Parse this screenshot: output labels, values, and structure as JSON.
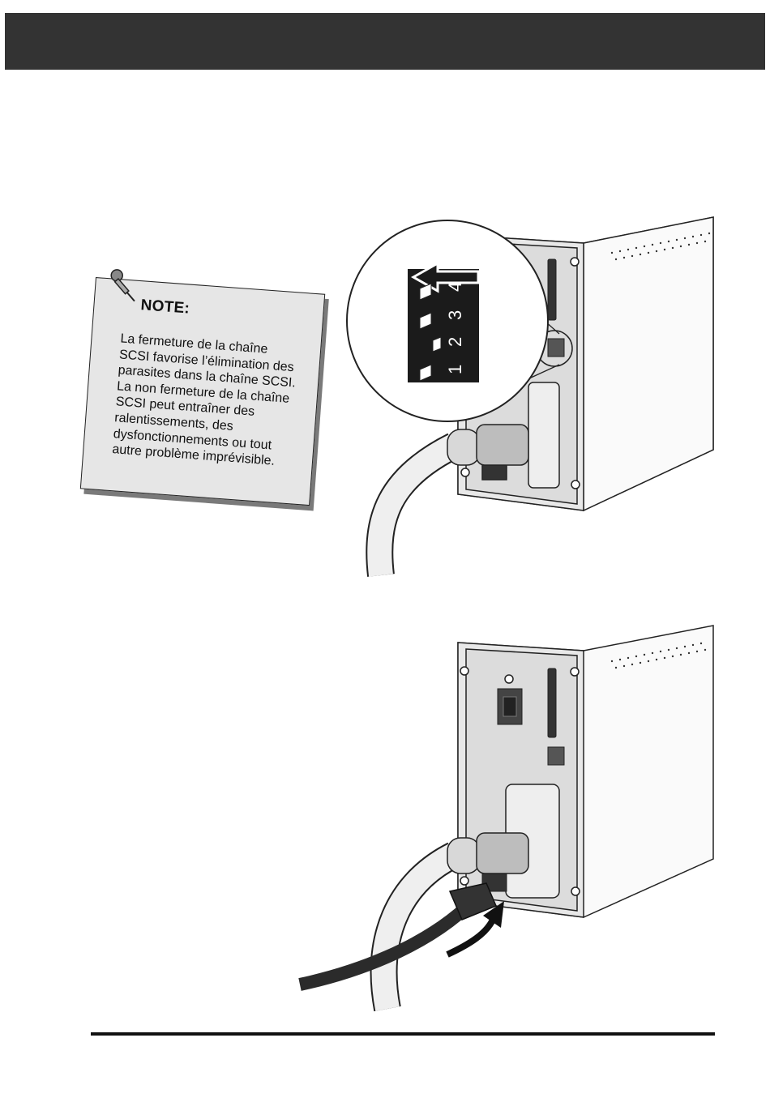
{
  "header": {
    "title": ""
  },
  "note": {
    "title": "NOTE:",
    "body": "La fermeture de la chaîne\nSCSI favorise l’élimination des\nparasites dans la chaîne SCSI.\nLa non fermeture de la chaîne\nSCSI peut entraîner des\nralentissements, des\ndysfonctionnements ou tout\nautre problème imprévisible."
  },
  "dip_switch": {
    "labels": [
      "1",
      "2",
      "3",
      "4"
    ]
  }
}
